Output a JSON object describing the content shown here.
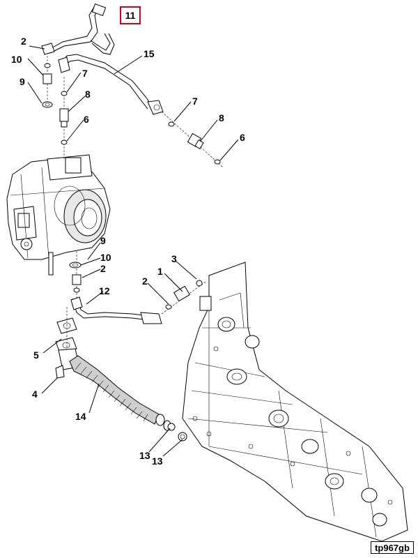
{
  "diagram": {
    "highlighted_callout": "11",
    "reference_code": "tp967gb",
    "callouts": {
      "c2_top": "2",
      "c10_top": "10",
      "c9_top": "9",
      "c7_a": "7",
      "c8_a": "8",
      "c6_a": "6",
      "c15": "15",
      "c7_b": "7",
      "c8_b": "8",
      "c6_b": "6",
      "c9_mid": "9",
      "c10_mid": "10",
      "c2_mid": "2",
      "c3": "3",
      "c1": "1",
      "c2_right": "2",
      "c12": "12",
      "c5": "5",
      "c4": "4",
      "c14": "14",
      "c13_a": "13",
      "c13_b": "13"
    }
  }
}
